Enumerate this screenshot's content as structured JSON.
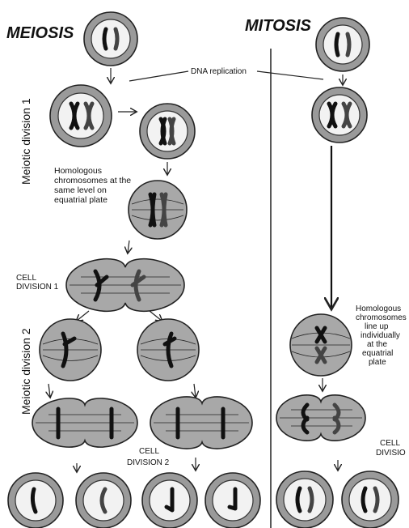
{
  "headers": {
    "meiosis": "MEIOSIS",
    "mitosis": "MITOSIS"
  },
  "labels": {
    "dna_replication": "DNA replication",
    "meiotic_division_1": "Meiotic division 1",
    "meiotic_division_2": "Meiotic division 2",
    "homologous_same_level": [
      "Homologous",
      "chromosomes at the",
      "same level on",
      "equatrial plate"
    ],
    "cell_division_1": [
      "CELL",
      "DIVISION 1"
    ],
    "cell_division_2": [
      "CELL",
      "DIVISION 2"
    ],
    "homologous_individually": [
      "Homologous",
      "chromosomes",
      "line up",
      "individually",
      "at the",
      "equatrial",
      "plate"
    ],
    "cell_division_mitosis": [
      "CELL",
      "DIVISIO"
    ]
  }
}
